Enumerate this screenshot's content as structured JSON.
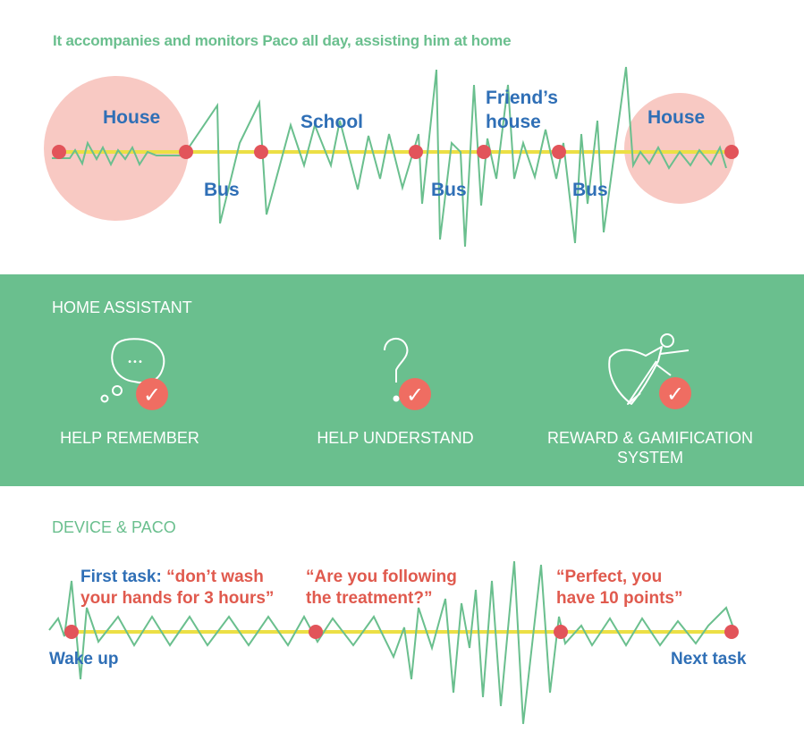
{
  "headline": "It accompanies and monitors Paco all day, assisting him at home",
  "timeline1": {
    "places": [
      "House",
      "Bus",
      "School",
      "Bus",
      "Friend’s",
      "house",
      "Bus",
      "House"
    ]
  },
  "assistant": {
    "title": "HOME ASSISTANT",
    "features": [
      {
        "icon": "thought-bubble-icon",
        "label": "HELP REMEMBER"
      },
      {
        "icon": "question-mark-icon",
        "label": "HELP UNDERSTAND"
      },
      {
        "icon": "superhero-icon",
        "label_line1": "REWARD & GAMIFICATION",
        "label_line2": "SYSTEM"
      }
    ],
    "bubble_dots": "•••",
    "check": "✓"
  },
  "device": {
    "title": "DEVICE & PACO",
    "first_task_lead": "First task:",
    "first_task_quote_1": "“don’t wash",
    "first_task_quote_2": "your hands for 3 hours”",
    "quote2_line1": "“Are you following",
    "quote2_line2": "the treatment?”",
    "quote3_line1": "“Perfect, you",
    "quote3_line2": "have 10 points”",
    "start_label": "Wake up",
    "end_label": "Next task"
  },
  "colors": {
    "green": "#6abf8e",
    "blue": "#2f6fb6",
    "red_dot": "#e2545a",
    "yellow": "#ecdf45",
    "pink_circle": "#f8c9c3",
    "check_circle": "#ef6d62"
  }
}
